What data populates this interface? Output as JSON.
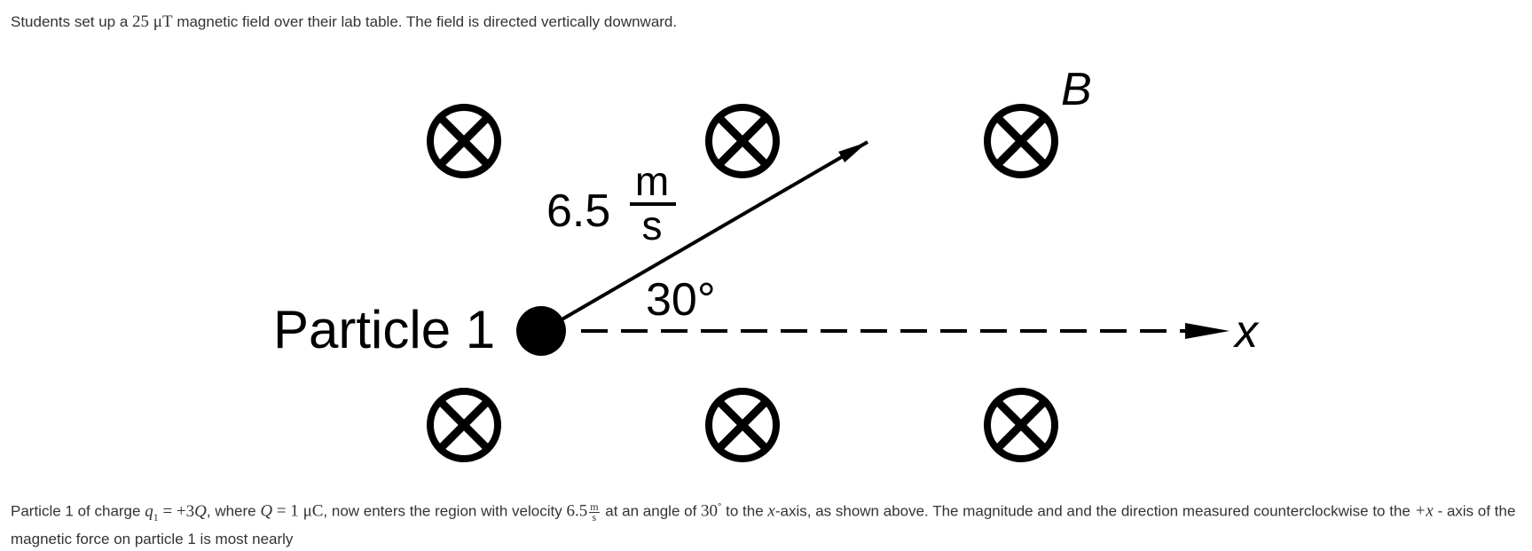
{
  "intro": {
    "part1": "Students set up a ",
    "field_value": "25",
    "field_unit": "μT",
    "part2": " magnetic field over their lab table. The field is directed vertically downward."
  },
  "figure": {
    "field_label": "B",
    "particle_label": "Particle 1",
    "speed_value": "6.5",
    "speed_num": "m",
    "speed_den": "s",
    "angle_label": "30°",
    "axis_label": "x",
    "field_symbols": 6
  },
  "question": {
    "t1": "Particle 1 of charge ",
    "q_symbol": "q",
    "q_sub": "1",
    "q_eq": " = +3",
    "Q_symbol": "Q",
    "t2": ", where ",
    "Q_symbol2": "Q",
    "Q_eq": " = 1 ",
    "Q_unit": "μC",
    "t3": ", now enters the region with velocity ",
    "v_value": "6.5",
    "v_num": "m",
    "v_den": "s",
    "t4": " at an angle of ",
    "angle_value": "30",
    "angle_unit": "°",
    "t5": " to the ",
    "x_symbol": "x",
    "t6": "-axis, as shown above. The magnitude and and the direction measured counterclockwise to the ",
    "plus_x": "+x",
    "t7": " - axis of the magnetic force on particle 1 is most nearly"
  }
}
